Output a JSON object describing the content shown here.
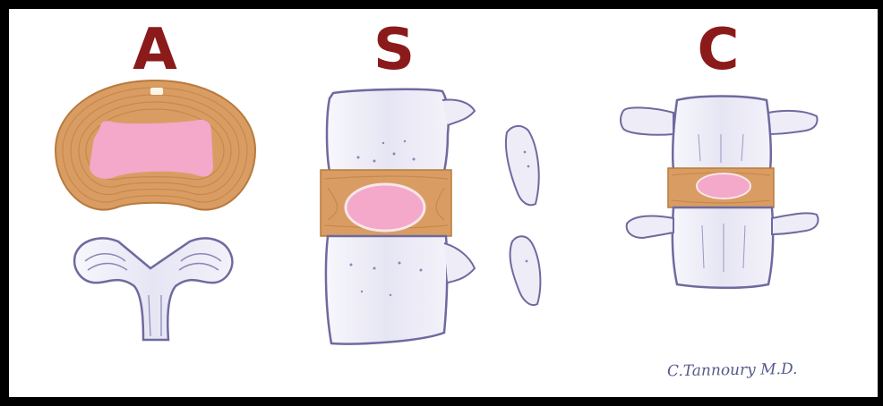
{
  "labels": {
    "axial": "A",
    "sagittal": "S",
    "coronal": "C"
  },
  "signature": "C.Tannoury M.D.",
  "colors": {
    "label": "#8b1a1a",
    "annulus": "#d4965a",
    "nucleus": "#f2a5c8",
    "bone": "#e9e8f4",
    "bone_outline": "#6e6aa0",
    "frame": "#000000"
  }
}
